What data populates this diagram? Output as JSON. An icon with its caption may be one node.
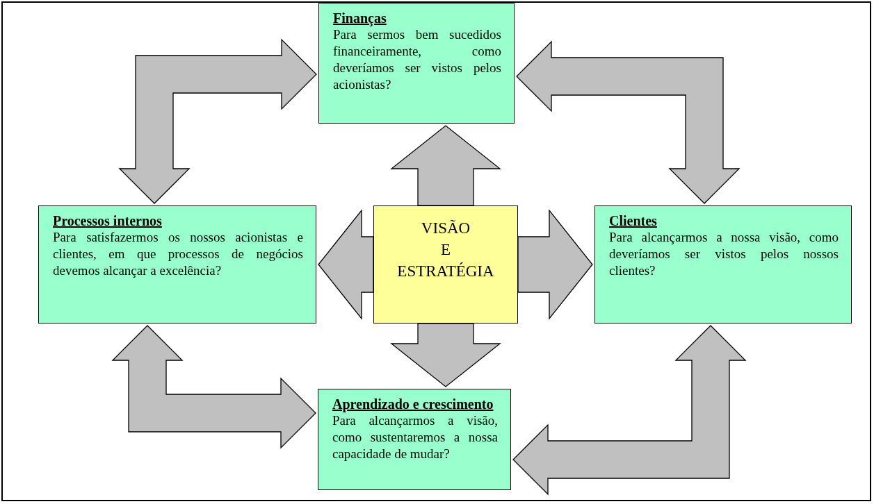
{
  "diagram": {
    "nodes": [
      {
        "text": [
          "Finanças",
          "Para sermos bem sucedidos financeiramente, como deveríamos ser vistos pelos acionistas?"
        ]
      },
      {
        "text": [
          "Processos internos",
          "Para satisfazermos os nossos acionistas e clientes, em que processos de negócios devemos alcançar a excelência?"
        ]
      },
      {
        "text": [
          "VISÃO E ESTRATÉGIA"
        ]
      },
      {
        "text": [
          "Clientes",
          "Para alcançarmos a nossa visão, como deveríamos ser vistos pelos nossos clientes?"
        ]
      },
      {
        "text": [
          "Aprendizado e crescimento",
          "Para alcançarmos a visão, como sustentaremos a nossa capacidade de mudar?"
        ]
      }
    ],
    "edges": [
      {
        "from": 1,
        "to": 0,
        "arrow": "both"
      },
      {
        "from": 0,
        "to": 3,
        "arrow": "both"
      },
      {
        "from": 2,
        "to": 0,
        "arrow": "to"
      },
      {
        "from": 2,
        "to": 1,
        "arrow": "to"
      },
      {
        "from": 2,
        "to": 3,
        "arrow": "to"
      },
      {
        "from": 2,
        "to": 4,
        "arrow": "to"
      },
      {
        "from": 4,
        "to": 1,
        "arrow": "both"
      },
      {
        "from": 3,
        "to": 4,
        "arrow": "both"
      }
    ]
  }
}
